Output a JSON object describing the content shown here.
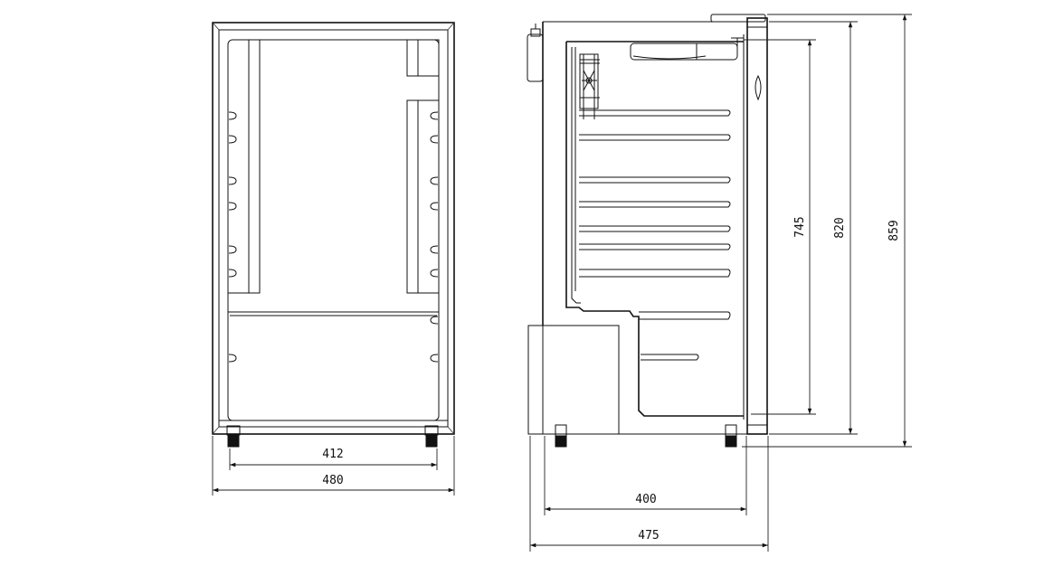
{
  "front_view": {
    "dimensions": {
      "inner_width": "412",
      "outer_width": "480"
    }
  },
  "side_view": {
    "dimensions": {
      "depth_body": "400",
      "depth_total": "475",
      "height_inner": "745",
      "height_body": "820",
      "height_total": "859"
    }
  }
}
